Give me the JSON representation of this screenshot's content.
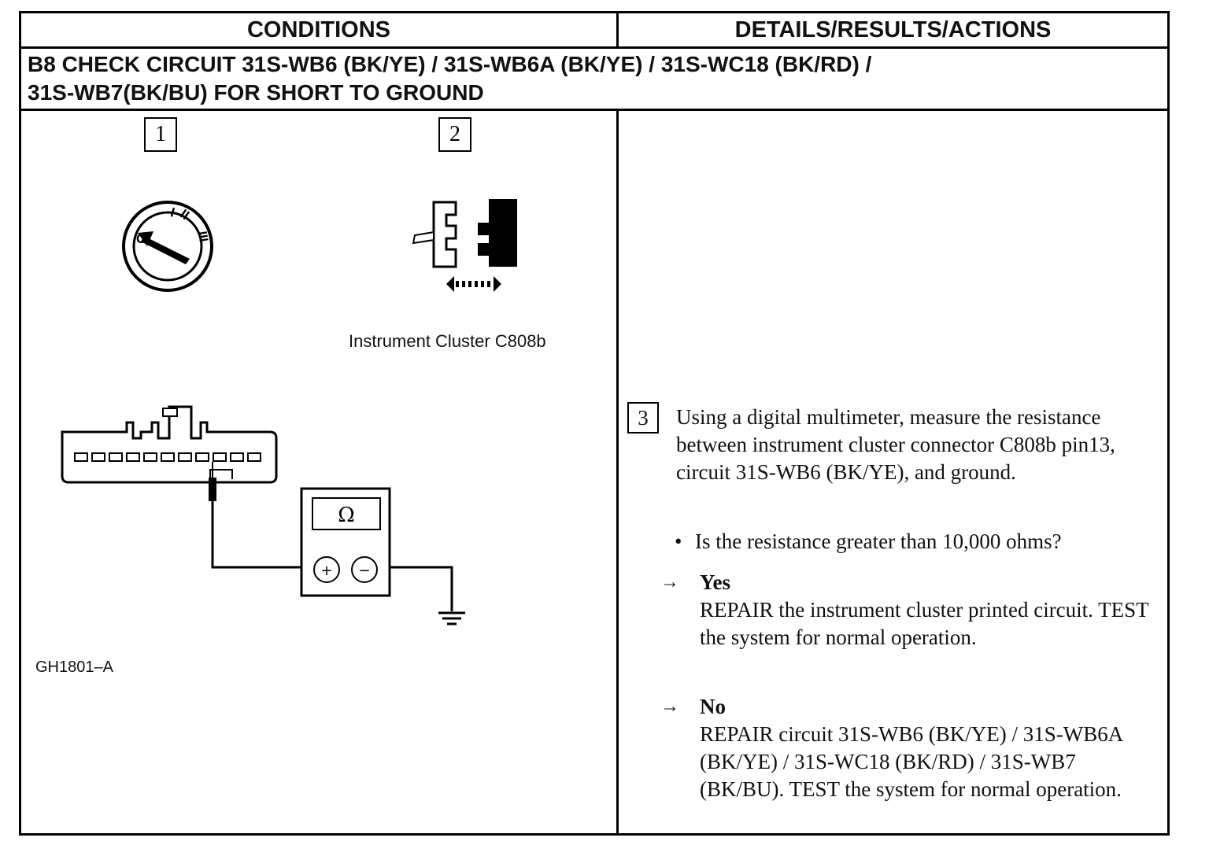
{
  "header": {
    "conditions": "CONDITIONS",
    "details": "DETAILS/RESULTS/ACTIONS"
  },
  "step": {
    "title_line1": "B8   CHECK CIRCUIT 31S-WB6 (BK/YE) / 31S-WB6A (BK/YE) / 31S-WC18 (BK/RD) /",
    "title_line2": "31S-WB7(BK/BU) FOR SHORT TO GROUND"
  },
  "diagram": {
    "step_numbers": [
      "1",
      "2"
    ],
    "key_positions": [
      "O",
      "I",
      "II",
      "III"
    ],
    "connector_label": "Instrument Cluster C808b",
    "meter_symbol": "Ω",
    "plus_symbol": "+",
    "minus_symbol": "−",
    "figure_id": "GH1801–A"
  },
  "details": {
    "step_number": "3",
    "instruction": "Using a digital multimeter, measure the resistance between instrument cluster connector C808b pin13, circuit 31S-WB6 (BK/YE), and ground.",
    "bullet": "•",
    "question": "Is the resistance greater than 10,000 ohms?",
    "arrow": "→",
    "yes_label": "Yes",
    "yes_action": "REPAIR the instrument cluster printed circuit. TEST the system for normal operation.",
    "no_label": "No",
    "no_action": "REPAIR circuit 31S-WB6 (BK/YE) / 31S-WB6A (BK/YE) / 31S-WC18 (BK/RD) / 31S-WB7 (BK/BU). TEST the system for normal operation."
  }
}
